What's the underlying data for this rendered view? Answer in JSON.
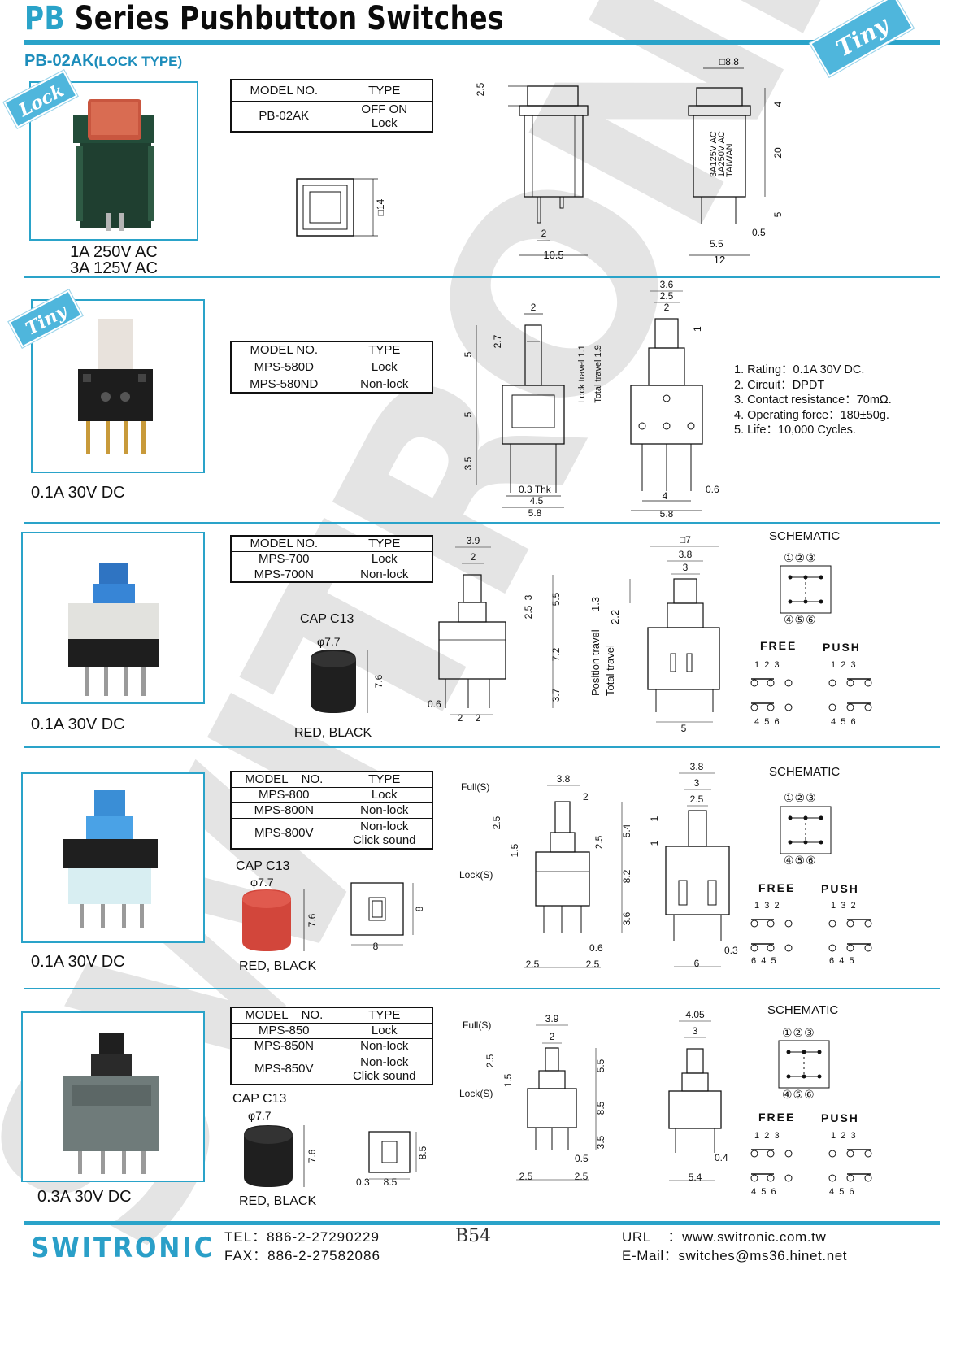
{
  "header": {
    "title_accent": "PB",
    "title_rest": " Series Pushbutton Switches",
    "badge": "Tiny"
  },
  "section1": {
    "subtitle": "PB-02AK",
    "subtitle_note": "(LOCK TYPE)",
    "badge": "Lock",
    "rating_line1": "1A 250V AC",
    "rating_line2": "3A 125V AC",
    "table": {
      "headers": [
        "MODEL NO.",
        "TYPE"
      ],
      "rows": [
        {
          "model": "PB-02AK",
          "type_line1": "OFF ON",
          "type_line2": "Lock"
        }
      ]
    },
    "dims": {
      "sq14": "□14",
      "d25": "2.5",
      "d2": "2",
      "d105": "10.5",
      "sq88": "□8.8",
      "d4": "4",
      "d20": "20",
      "d5": "5",
      "d05": "0.5",
      "d55": "5.5",
      "d12": "12",
      "marking1": "3A125V AC",
      "marking2": "1A250V AC",
      "marking3": "TAIWAN"
    }
  },
  "section2": {
    "badge": "Tiny",
    "rating": "0.1A  30V DC",
    "table": {
      "headers": [
        "MODEL NO.",
        "TYPE"
      ],
      "rows": [
        {
          "model": "MPS-580D",
          "type": "Lock"
        },
        {
          "model": "MPS-580ND",
          "type": "Non-lock"
        }
      ]
    },
    "specs": [
      "1. Rating：0.1A 30V DC.",
      "2. Circuit：DPDT",
      "3. Contact resistance：70mΩ.",
      "4. Operating force：180±50g.",
      "5. Life：10,000 Cycles."
    ],
    "dims": {
      "d2": "2",
      "d27": "2.7",
      "d5a": "5",
      "d5b": "5",
      "d35": "3.5",
      "lock_travel": "Lock travel 1.1",
      "total_travel": "Total travel 1.9",
      "d03thk": "0.3 Thk",
      "d45": "4.5",
      "d58a": "5.8",
      "d36": "3.6",
      "d25": "2.5",
      "d2b": "2",
      "d1": "1",
      "d4": "4",
      "d06": "0.6",
      "d58b": "5.8"
    }
  },
  "section3": {
    "rating": "0.1A  30V DC",
    "table": {
      "headers": [
        "MODEL NO.",
        "TYPE"
      ],
      "rows": [
        {
          "model": "MPS-700",
          "type": "Lock"
        },
        {
          "model": "MPS-700N",
          "type": "Non-lock"
        }
      ]
    },
    "cap_label": "CAP  C13",
    "cap_dia": "φ7.7",
    "cap_height": "7.6",
    "cap_colors": "RED, BLACK",
    "schematic_title": "SCHEMATIC",
    "schematic_top": "①②③",
    "schematic_bottom": "④⑤⑥",
    "free_label": "FREE",
    "push_label": "PUSH",
    "free_top": "1  2  3",
    "free_bottom": "4  5  6",
    "push_top": "1  2  3",
    "push_bottom": "4  5  6",
    "dims": {
      "d39": "3.9",
      "d2": "2",
      "d3": "3",
      "d25": "2.5",
      "d55": "5.5",
      "d72": "7.2",
      "d37": "3.7",
      "d06": "0.6",
      "d2b": "2",
      "d2c": "2",
      "sq7": "□7",
      "d38": "3.8",
      "d3b": "3",
      "d13": "1.3",
      "d22": "2.2",
      "pos_travel": "Position travel",
      "tot_travel": "Total travel",
      "d5": "5"
    }
  },
  "section4": {
    "rating": "0.1A  30V DC",
    "table": {
      "headers": [
        "MODEL    NO.",
        "TYPE"
      ],
      "rows": [
        {
          "model": "MPS-800",
          "type_line1": "Lock",
          "type_line2": ""
        },
        {
          "model": "MPS-800N",
          "type_line1": "Non-lock",
          "type_line2": ""
        },
        {
          "model": "MPS-800V",
          "type_line1": "Non-lock",
          "type_line2": "Click sound"
        }
      ]
    },
    "cap_label": "CAP  C13",
    "cap_dia": "φ7.7",
    "cap_height": "7.6",
    "cap_colors": "RED, BLACK",
    "schematic_title": "SCHEMATIC",
    "schematic_top": "①②③",
    "schematic_bottom": "④⑤⑥",
    "free_label": "FREE",
    "push_label": "PUSH",
    "free_top": "1  3  2",
    "free_bottom": "6  4  5",
    "push_top": "1  3  2",
    "push_bottom": "6  4  5",
    "dims": {
      "foot8a": "8",
      "foot8b": "8",
      "full": "Full(S)",
      "lock": "Lock(S)",
      "d38": "3.8",
      "d2": "2",
      "d25a": "2.5",
      "d15": "1.5",
      "d25b": "2.5",
      "d54": "5.4",
      "d82": "8.2",
      "d36": "3.6",
      "d06": "0.6",
      "d25c": "2.5",
      "d25d": "2.5",
      "d38b": "3.8",
      "d3": "3",
      "d25e": "2.5",
      "d1a": "1",
      "d1b": "1",
      "d03": "0.3",
      "d6": "6"
    }
  },
  "section5": {
    "rating": "0.3A  30V DC",
    "table": {
      "headers": [
        "MODEL    NO.",
        "TYPE"
      ],
      "rows": [
        {
          "model": "MPS-850",
          "type_line1": "Lock",
          "type_line2": ""
        },
        {
          "model": "MPS-850N",
          "type_line1": "Non-lock",
          "type_line2": ""
        },
        {
          "model": "MPS-850V",
          "type_line1": "Non-lock",
          "type_line2": "Click sound"
        }
      ]
    },
    "cap_label": "CAP  C13",
    "cap_dia": "φ7.7",
    "cap_height": "7.6",
    "cap_colors": "RED, BLACK",
    "schematic_title": "SCHEMATIC",
    "schematic_top": "①②③",
    "schematic_bottom": "④⑤⑥",
    "free_label": "FREE",
    "push_label": "PUSH",
    "free_top": "1  2  3",
    "free_bottom": "4  5  6",
    "push_top": "1  2  3",
    "push_bottom": "4  5  6",
    "dims": {
      "d03": "0.3",
      "d85a": "8.5",
      "d85b": "8.5",
      "full": "Full(S)",
      "lock": "Lock(S)",
      "d39": "3.9",
      "d2": "2",
      "d25a": "2.5",
      "d15": "1.5",
      "d55": "5.5",
      "d85c": "8.5",
      "d35": "3.5",
      "d05": "0.5",
      "d25b": "2.5",
      "d25c": "2.5",
      "d405": "4.05",
      "d3": "3",
      "d04": "0.4",
      "d54": "5.4"
    }
  },
  "footer": {
    "logo": "SWITRONIC",
    "tel": "TEL：886-2-27290229",
    "fax": "FAX：886-2-27582086",
    "page": "B54",
    "url": "URL    ：www.switronic.com.tw",
    "email": "E-Mail：switches@ms36.hinet.net"
  },
  "colors": {
    "accent": "#2aa3c9",
    "watermark": "#e3e3e3"
  }
}
